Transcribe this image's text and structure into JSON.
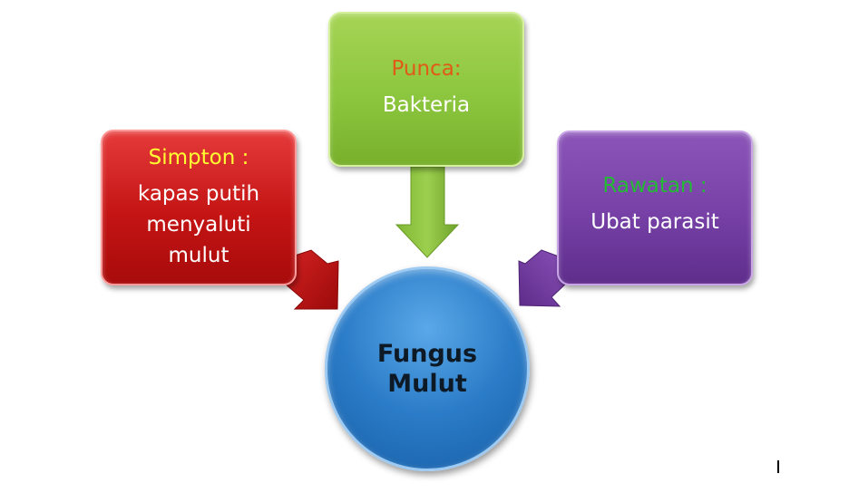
{
  "diagram": {
    "center": {
      "line1": "Fungus",
      "line2": "Mulut"
    },
    "left": {
      "label": "Simpton :",
      "value": "kapas putih menyaluti mulut"
    },
    "top": {
      "label": "Punca:",
      "value": "Bakteria"
    },
    "right": {
      "label": "Rawatan :",
      "value": "Ubat parasit"
    }
  },
  "colors": {
    "red_box": "#c41414",
    "green_box": "#8cc63e",
    "purple_box": "#7640a6",
    "center_circle": "#2b7cc8"
  }
}
